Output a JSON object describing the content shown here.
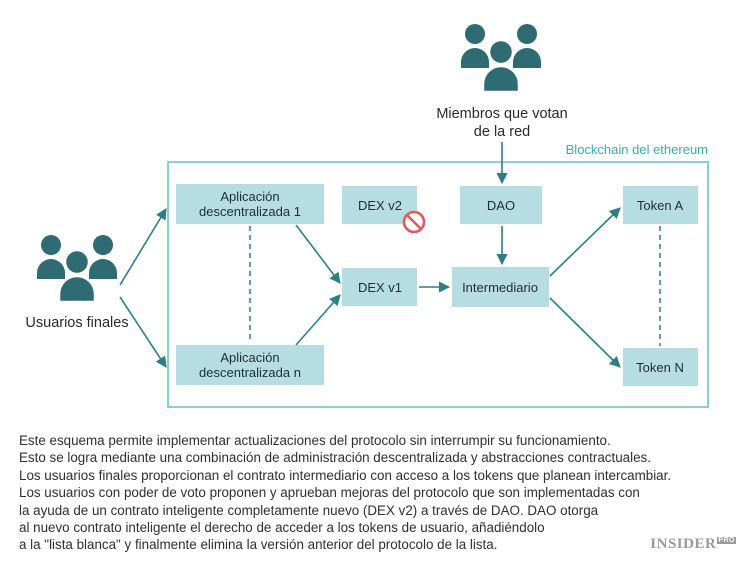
{
  "actors": {
    "voters": "Miembros que votan de la red",
    "voters_line1": "Miembros que votan",
    "voters_line2": "de la red",
    "end_users": "Usuarios finales"
  },
  "blockchain": {
    "label": "Blockchain del ethereum"
  },
  "boxes": {
    "app_1_line1": "Aplicación",
    "app_1_line2": "descentralizada 1",
    "app_n_line1": "Aplicación",
    "app_n_line2": "descentralizada n",
    "dex_v2": "DEX v2",
    "dex_v1": "DEX v1",
    "dao": "DAO",
    "intermediary": "Intermediario",
    "token_a": "Token A",
    "token_n": "Token N"
  },
  "description": [
    "Este esquema permite implementar actualizaciones del protocolo sin interrumpir su funcionamiento.",
    "Esto se logra mediante una combinación de administración descentralizada y abstracciones contractuales.",
    "Los usuarios finales proporcionan el contrato intermediario con acceso a los tokens que planean intercambiar.",
    "Los usuarios con poder de voto proponen y aprueban mejoras del protocolo que son implementadas con",
    "la ayuda de un contrato inteligente completamente nuevo (DEX v2) a través de DAO. DAO otorga",
    "al nuevo contrato inteligente el derecho de acceder a los tokens de usuario, añadiéndolo",
    "a la \"lista blanca\"  y finalmente elimina la versión anterior del protocolo de la lista."
  ],
  "brand": {
    "name": "INSIDER",
    "suffix": "PRO"
  },
  "icons": {
    "voters": "group-of-people-icon",
    "end_users": "group-of-people-icon",
    "disabled": "prohibited-icon"
  },
  "colors": {
    "box_fill": "#b6dde2",
    "teal": "#2c7f84",
    "border": "#6cc4c9",
    "people": "#2f6b73",
    "prohibited": "#e4585c"
  }
}
